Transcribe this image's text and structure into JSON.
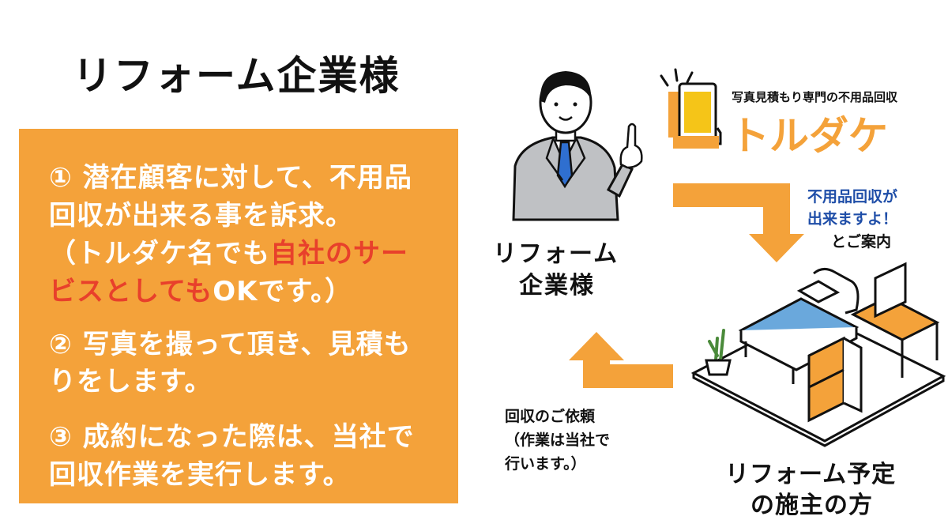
{
  "title": "リフォーム企業様",
  "steps": {
    "step1": {
      "line1": "① 潜在顧客に対して、不用品",
      "line2": "回収が出来る事を訴求。",
      "line3a": "（トルダケ名でも",
      "line3b": "自社のサー",
      "line4a": "ビスとしても",
      "line4b": "OKです。）"
    },
    "step2": {
      "line1": "② 写真を撮って頂き、見積も",
      "line2": "りをします。"
    },
    "step3": {
      "line1": "③ 成約になった際は、当社で",
      "line2": "回収作業を実行します。"
    }
  },
  "company": {
    "line1": "リフォーム",
    "line2": "企業様"
  },
  "brand": {
    "tagline": "写真見積もり専門の不用品回収",
    "name": "トルダケ"
  },
  "notice": {
    "line1": "不用品回収が",
    "line2": "出来ますよ！",
    "line3": "とご案内"
  },
  "request": {
    "line1": "回収のご依頼",
    "line2": "（作業は当社で",
    "line3": "行います。）"
  },
  "customer": {
    "line1": "リフォーム予定",
    "line2": "の施主の方"
  },
  "colors": {
    "orange": "#f4a23a",
    "red": "#e8402b",
    "blue": "#1f4ea8",
    "suit": "#bfc1c4",
    "tie": "#2f6fd0",
    "bed_blue": "#6aa8dc"
  },
  "icons": [
    "businessman-icon",
    "smartphone-icon",
    "bedroom-icon",
    "arrow-down-icon",
    "arrow-up-icon"
  ]
}
